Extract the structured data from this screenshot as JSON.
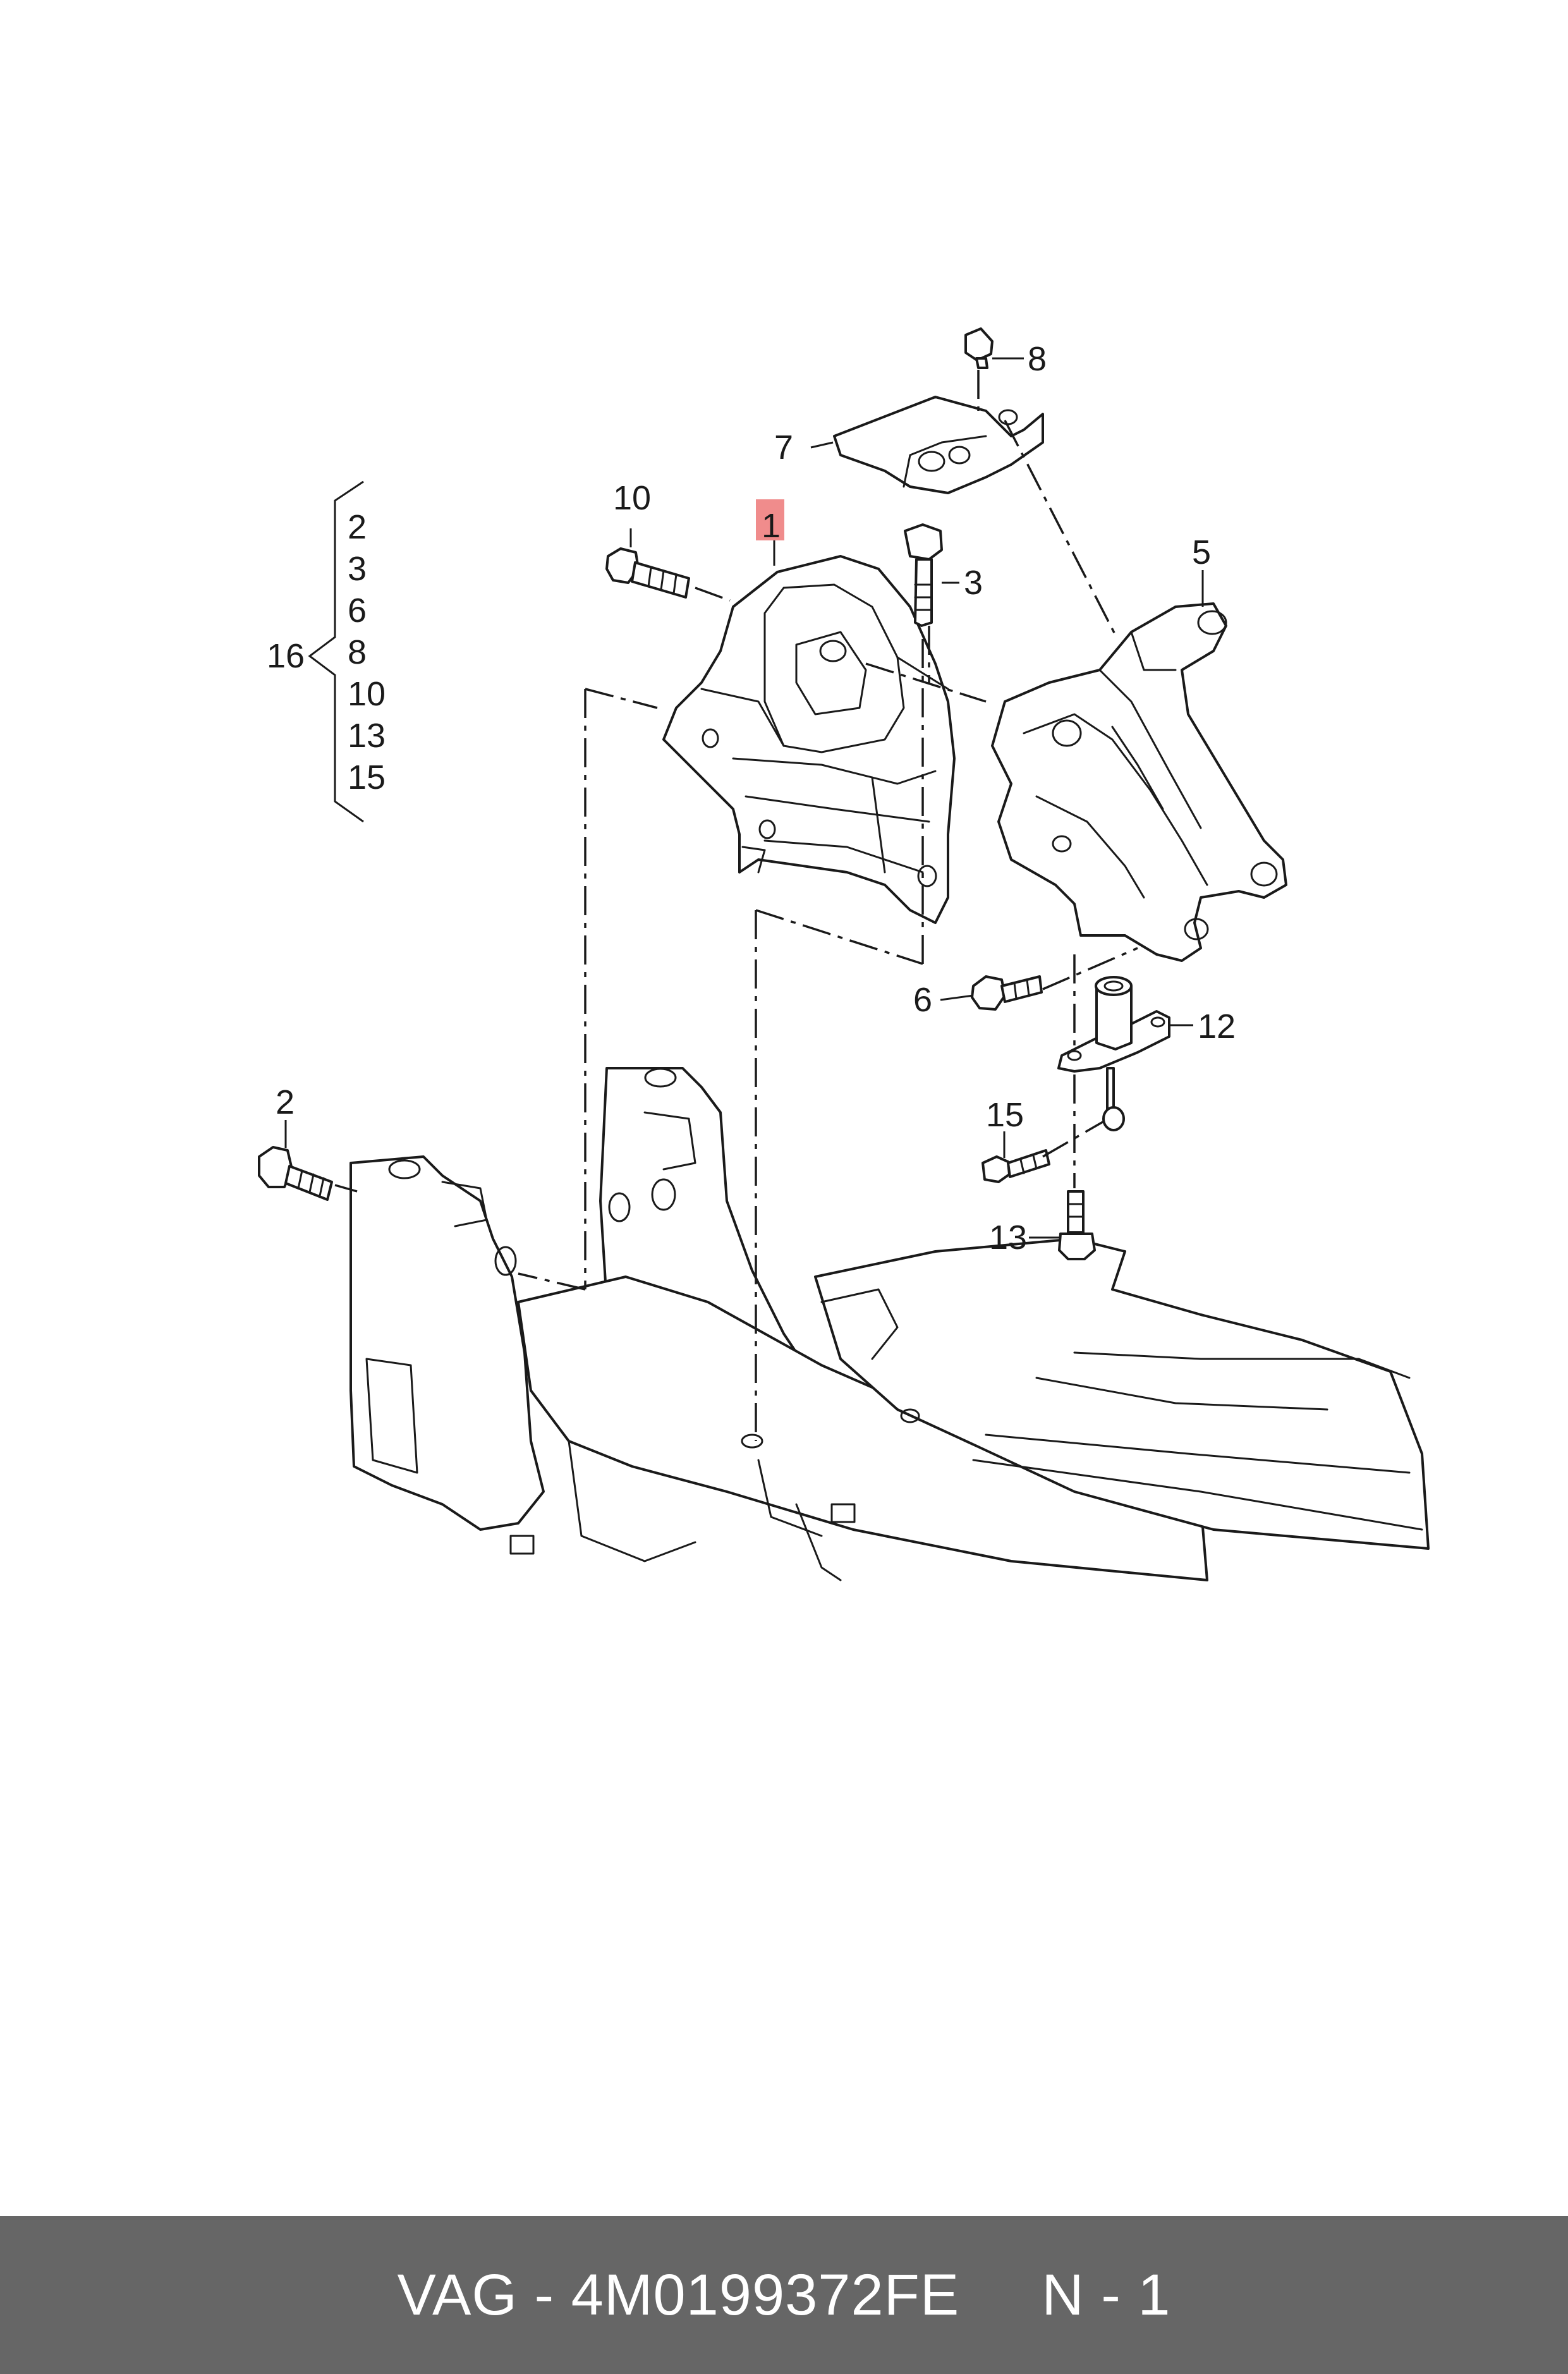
{
  "callouts": {
    "c1": "1",
    "c2": "2",
    "c3": "3",
    "c5": "5",
    "c6": "6",
    "c7": "7",
    "c8": "8",
    "c10": "10",
    "c12": "12",
    "c13": "13",
    "c15": "15"
  },
  "kit": {
    "label": "16",
    "items": [
      "2",
      "3",
      "6",
      "8",
      "10",
      "13",
      "15"
    ]
  },
  "highlight_color": "#f08c8c",
  "footer": {
    "brand_part": "VAG - 4M0199372FE",
    "page": "N - 1"
  }
}
